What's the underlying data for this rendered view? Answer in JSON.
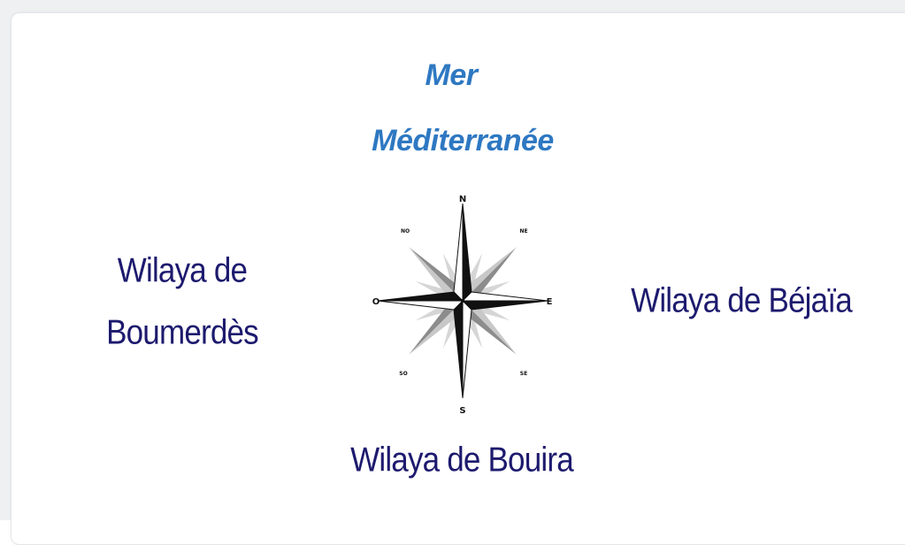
{
  "map": {
    "north": {
      "line1": "Mer",
      "line2": "Méditerranée"
    },
    "west": {
      "line1": "Wilaya de",
      "line2": "Boumerdès"
    },
    "east": "Wilaya de Béjaïa",
    "south": "Wilaya de Bouira"
  },
  "compass": {
    "n": "N",
    "s": "S",
    "e": "E",
    "o": "O",
    "nw": "NO",
    "ne": "NE",
    "sw": "SO",
    "se": "SE"
  },
  "colors": {
    "sea_label": "#2e78c2",
    "province_label": "#1d1a6e",
    "rose_dark": "#111111",
    "rose_grey": "#8c8c8c",
    "rose_light": "#c8c8c8"
  }
}
